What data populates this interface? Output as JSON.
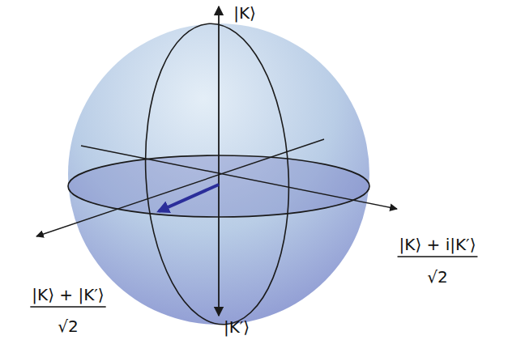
{
  "diagram": {
    "labels": [
      "|K⟩",
      "|K⟩ + i|K′⟩",
      "√2",
      "|K⟩ + |K′⟩",
      "√2",
      "|K′⟩"
    ]
  }
}
